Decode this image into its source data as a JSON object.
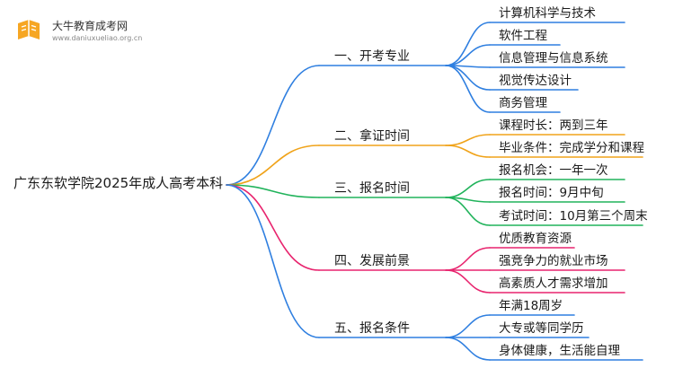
{
  "logo": {
    "name": "大牛教育成考网",
    "url": "www.daniuxueliao.org.cn"
  },
  "mindmap": {
    "root": "广东东软学院2025年成人高考本科",
    "branches": [
      {
        "label": "一、开考专业",
        "color": "#2f7fe0",
        "children": [
          "计算机科学与技术",
          "软件工程",
          "信息管理与信息系统",
          "视觉传达设计",
          "商务管理"
        ]
      },
      {
        "label": "二、拿证时间",
        "color": "#f0a31a",
        "children": [
          "课程时长：两到三年",
          "毕业条件：完成学分和课程"
        ]
      },
      {
        "label": "三、报名时间",
        "color": "#21b35b",
        "children": [
          "报名机会：一年一次",
          "报名时间：9月中旬",
          "考试时间：10月第三个周末"
        ]
      },
      {
        "label": "四、发展前景",
        "color": "#e8246e",
        "children": [
          "优质教育资源",
          "强竞争力的就业市场",
          "高素质人才需求增加"
        ]
      },
      {
        "label": "五、报名条件",
        "color": "#2f7fe0",
        "children": [
          "年满18周岁",
          "大专或等同学历",
          "身体健康，生活能自理"
        ]
      }
    ]
  }
}
